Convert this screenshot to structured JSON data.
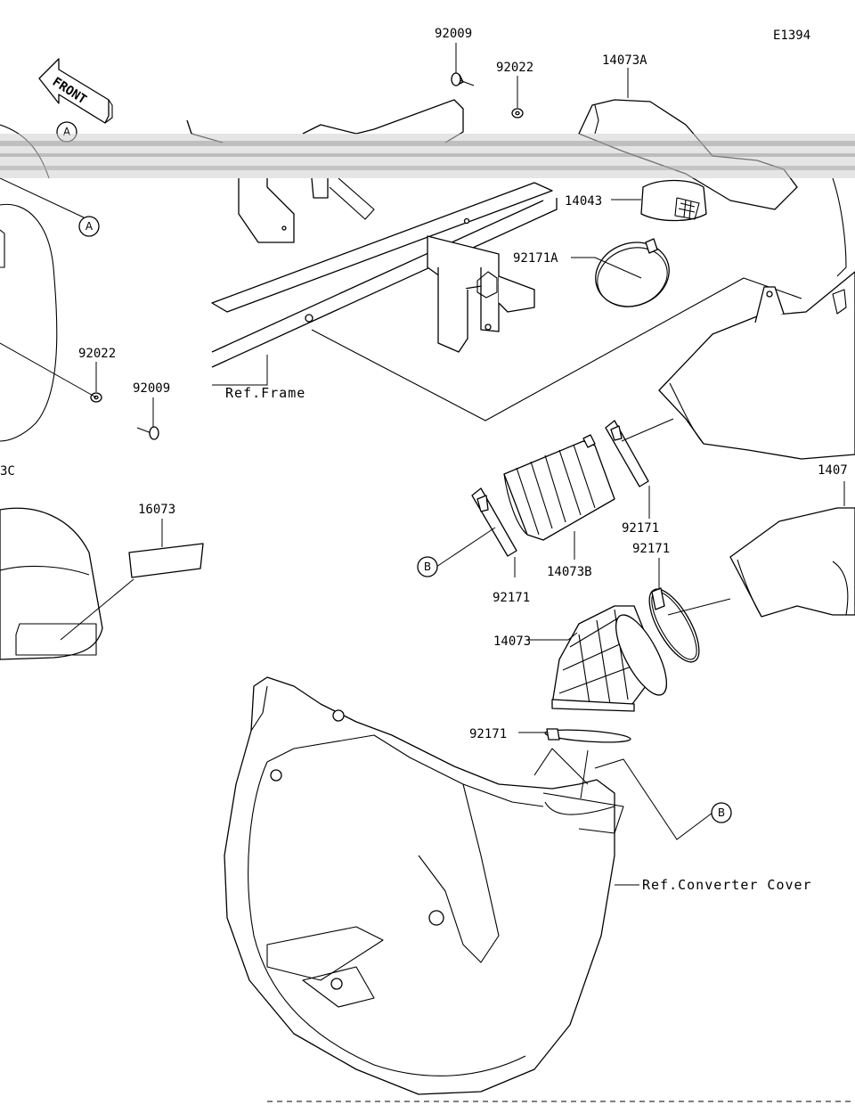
{
  "diagram_code": "E1394",
  "direction_arrow": "FRONT",
  "callouts": {
    "bolt_top": "92009",
    "washer_top": "92022",
    "duct_top": "14073A",
    "cap": "14043",
    "clamp_a": "92171A",
    "washer_left": "92022",
    "bolt_left": "92009",
    "ref_frame": "Ref.Frame",
    "label_left_partial": "3C",
    "label_plate": "16073",
    "duct_right_partial": "1407",
    "clamp_r1": "92171",
    "clamp_r2": "92171",
    "boot": "14073B",
    "clamp_l": "92171",
    "elbow": "14073",
    "clamp_bottom": "92171",
    "ref_converter": "Ref.Converter Cover"
  },
  "markers": {
    "a1": "A",
    "a2": "A",
    "b1": "B",
    "b2": "B"
  }
}
